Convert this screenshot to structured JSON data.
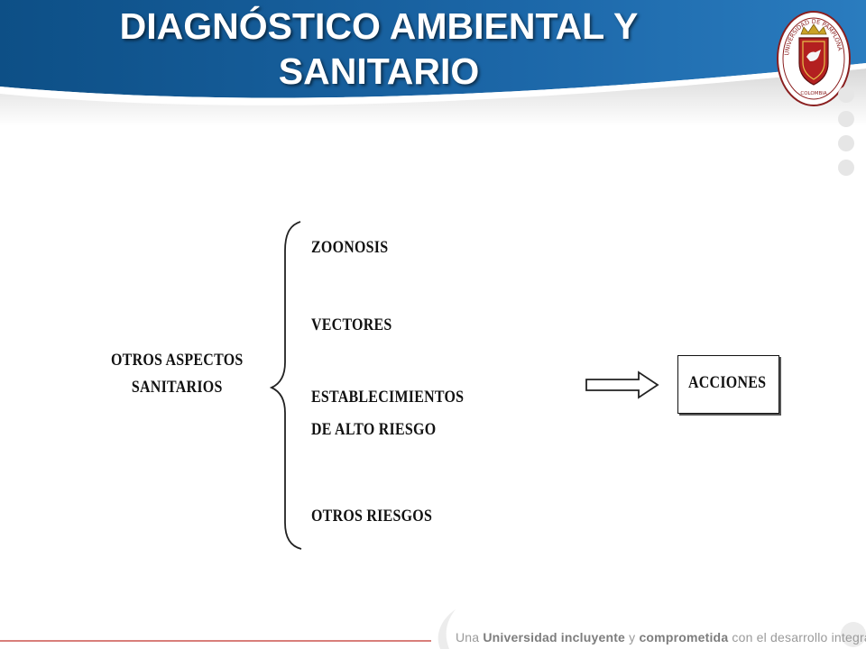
{
  "slide": {
    "title_line1": "DIAGNÓSTICO AMBIENTAL Y",
    "title_line2": "SANITARIO"
  },
  "logo": {
    "top_text": "UNIVERSIDAD DE PAMPLONA",
    "bottom_text": "COLOMBIA"
  },
  "diagram": {
    "root": [
      "OTROS ASPECTOS",
      "SANITARIOS"
    ],
    "branches": [
      "ZOONOSIS",
      "VECTORES",
      "ESTABLECIMIENTOS",
      "DE ALTO RIESGO",
      "OTROS RIESGOS"
    ],
    "result": "ACCIONES"
  },
  "footer": {
    "part1": "Una ",
    "part2": "Universidad incluyente",
    "part3": " y ",
    "part4": "comprometida",
    "part5": " con el desarrollo integral"
  },
  "colors": {
    "header_blue_dark": "#0d4f86",
    "header_blue_light": "#2a7cbf",
    "footer_line": "#c0312b"
  }
}
